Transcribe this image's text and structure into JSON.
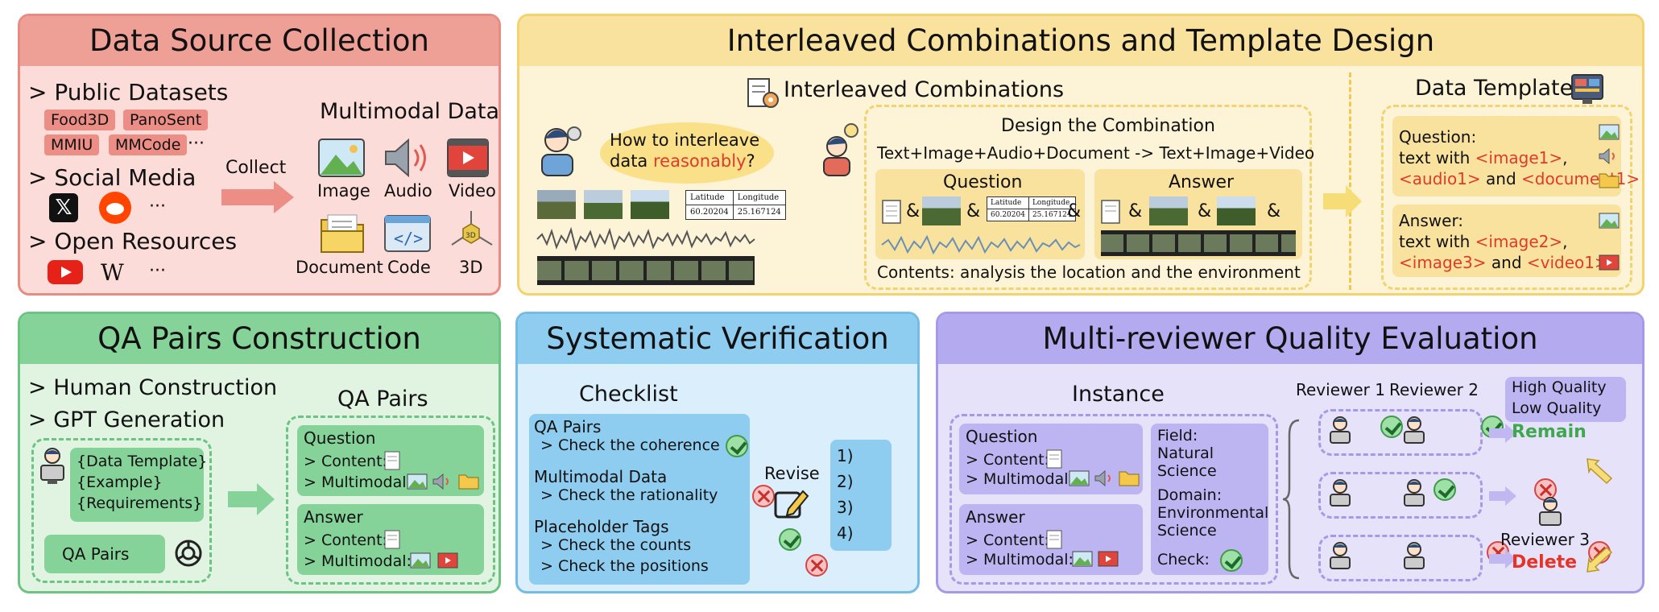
{
  "panel1": {
    "title": "Data Source Collection",
    "public_datasets": "> Public Datasets",
    "dataset_tags": [
      "Food3D",
      "PanoSent",
      "MMIU",
      "MMCode"
    ],
    "ellipsis": "···",
    "social_media": "> Social Media",
    "open_resources": "> Open Resources",
    "wiki_glyph": "W",
    "collect": "Collect",
    "multimodal_title": "Multimodal Data",
    "modalities": [
      "Image",
      "Audio",
      "Video",
      "Document",
      "Code",
      "3D"
    ],
    "cube_label": "3D",
    "colors": {
      "bg": "#fcdcd8",
      "header": "#ee9f96",
      "border": "#e88c83"
    }
  },
  "panel2": {
    "title": "Interleaved Combinations and Template Design",
    "interleaved_title": "Interleaved Combinations",
    "thought_line1": "How to interleave",
    "thought_line2a": "data ",
    "thought_line2b": "reasonably",
    "thought_line2c": "?",
    "table_headers": [
      "Latitude",
      "Longitude"
    ],
    "table_values": [
      "60.20204",
      "25.167124"
    ],
    "design_title": "Design the Combination",
    "formula": "Text+Image+Audio+Document -> Text+Image+Video",
    "question": "Question",
    "answer": "Answer",
    "amp": "&",
    "contents": "Contents: analysis the location and the environment",
    "template_title": "Data Template",
    "tpl_q_label": "Question:",
    "tpl_q_line1a": "text with ",
    "tpl_q_line1b": "<image1>",
    "tpl_q_line1c": ",",
    "tpl_q_line2a": "<audio1>",
    "tpl_q_line2b": " and ",
    "tpl_q_line2c": "<document1>",
    "tpl_a_label": "Answer:",
    "tpl_a_line1a": "text with ",
    "tpl_a_line1b": "<image2>",
    "tpl_a_line1c": ",",
    "tpl_a_line2a": "<image3>",
    "tpl_a_line2b": " and ",
    "tpl_a_line2c": "<video1>",
    "colors": {
      "bg": "#fdf4d8",
      "header": "#f8e29e",
      "border": "#f2d36e"
    }
  },
  "panel3": {
    "title": "QA Pairs Construction",
    "human": "> Human Construction",
    "gpt": "> GPT Generation",
    "prompt_lines": [
      "{Data Template}",
      "{Example}",
      "{Requirements}"
    ],
    "qa_pairs_box": "QA Pairs",
    "qa_pairs_title": "QA Pairs",
    "question": "Question",
    "answer": "Answer",
    "content": "> Content:",
    "multimodal": "> Multimodal:",
    "colors": {
      "bg": "#e1f4e2",
      "header": "#86d39a",
      "border": "#6cc483",
      "box": "#86d39a"
    }
  },
  "panel4": {
    "title": "Systematic Verification",
    "checklist": "Checklist",
    "items": [
      {
        "head": "QA Pairs",
        "sub": "> Check the coherence"
      },
      {
        "head": "Multimodal Data",
        "sub": "> Check the rationality"
      },
      {
        "head": "Placeholder Tags",
        "sub": "> Check the counts"
      },
      {
        "head": "",
        "sub": "> Check the positions"
      }
    ],
    "revise": "Revise",
    "numbered": [
      "1)",
      "2)",
      "3)",
      "4)"
    ],
    "colors": {
      "bg": "#dbeefb",
      "header": "#8fcdf0",
      "border": "#72bce6",
      "box": "#8fcdf0"
    }
  },
  "panel5": {
    "title": "Multi-reviewer Quality Evaluation",
    "instance": "Instance",
    "question": "Question",
    "answer": "Answer",
    "content": "> Content:",
    "multimodal": "> Multimodal:",
    "field_label": "Field:",
    "field_value_1": "Natural",
    "field_value_2": "Science",
    "domain_label": "Domain:",
    "domain_value_1": "Environmental",
    "domain_value_2": "Science",
    "check": "Check:",
    "reviewer1": "Reviewer 1",
    "reviewer2": "Reviewer 2",
    "reviewer3": "Reviewer 3",
    "high_quality": "High Quality",
    "low_quality": "Low Quality",
    "remain": "Remain",
    "delete": "Delete",
    "colors": {
      "bg": "#e6e2fa",
      "header": "#b4aaf0",
      "border": "#a69ae8",
      "box": "#bdb4f2",
      "remain": "#3fa84e",
      "delete": "#e53325"
    }
  }
}
